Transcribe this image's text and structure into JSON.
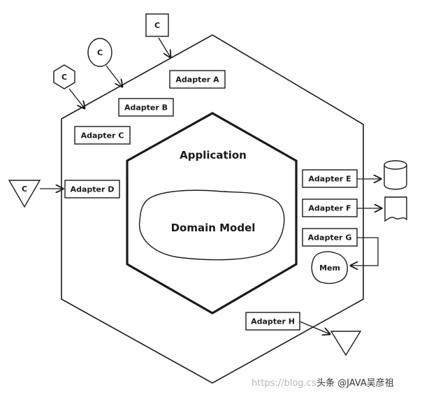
{
  "diagram": {
    "application_label": "Application",
    "domain_model_label": "Domain Model",
    "adapters": {
      "a": "Adapter A",
      "b": "Adapter B",
      "c": "Adapter C",
      "d": "Adapter D",
      "e": "Adapter E",
      "f": "Adapter F",
      "g": "Adapter G",
      "h": "Adapter H"
    },
    "client_label": "C",
    "memory_label": "Mem"
  },
  "watermark": {
    "url_text": "https://blog.cs",
    "source_text": "头条 @JAVA吴彦祖"
  }
}
